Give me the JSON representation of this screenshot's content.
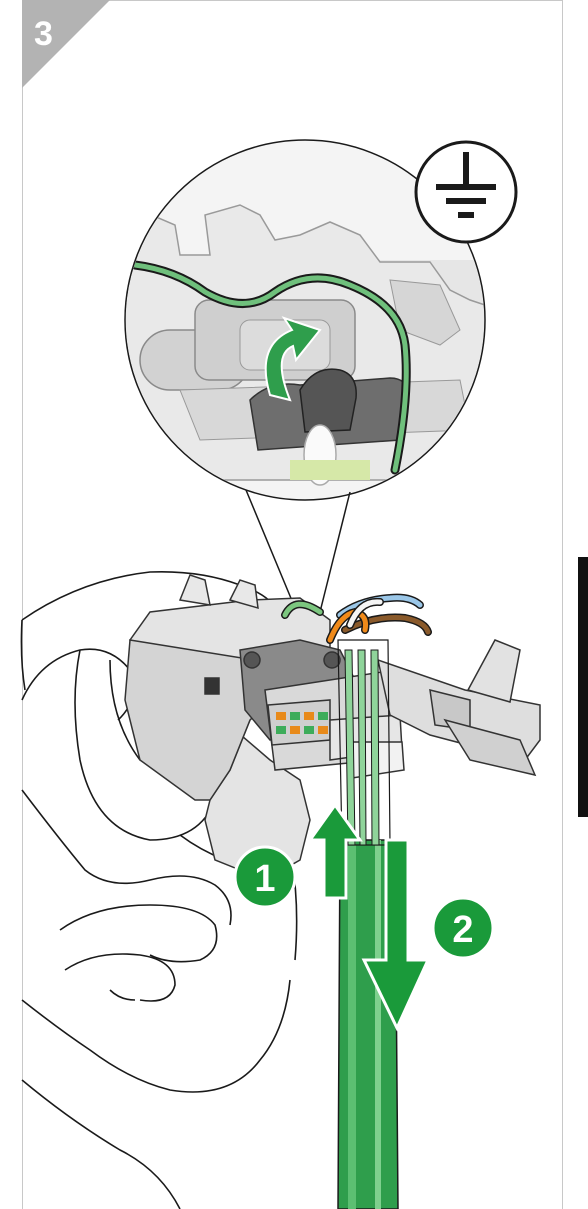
{
  "step": {
    "number": "3"
  },
  "badges": [
    {
      "label": "1"
    },
    {
      "label": "2"
    }
  ],
  "icons": {
    "ground": "ground-symbol-icon",
    "arrow_push": "arrow-up-icon",
    "arrow_pull": "arrow-down-icon",
    "detail_arrow": "curved-arrow-icon"
  },
  "colors": {
    "accent_green": "#1a9a3a",
    "cable_green": "#3dac5a",
    "step_tab_gray": "#b3b3b3",
    "outline": "#1a1a1a"
  }
}
